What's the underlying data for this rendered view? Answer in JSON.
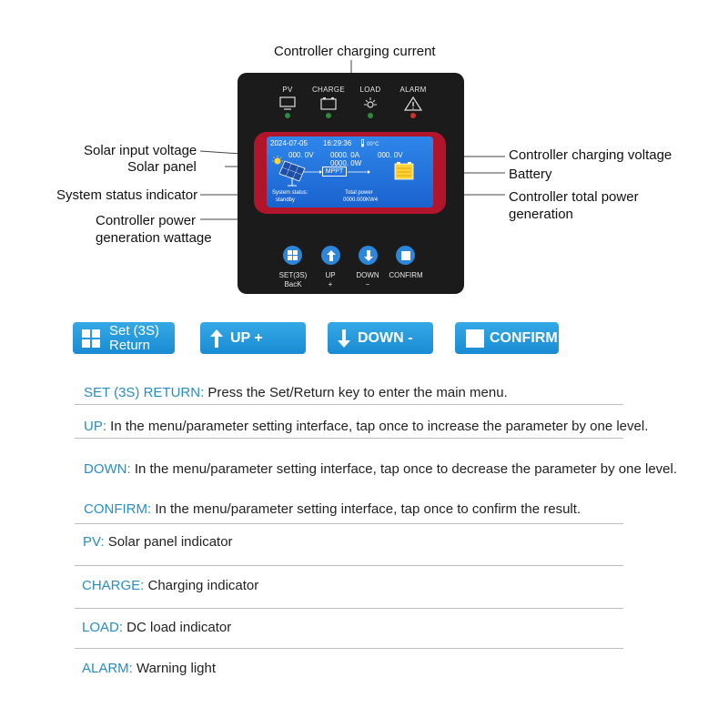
{
  "callouts": {
    "charging_current": "Controller charging current",
    "solar_input_voltage": "Solar input voltage",
    "solar_panel": "Solar panel",
    "system_status": "System status indicator",
    "power_wattage_1": "Controller power",
    "power_wattage_2": "generation wattage",
    "charging_voltage": "Controller charging voltage",
    "battery": "Battery",
    "total_power_1": "Controller total power",
    "total_power_2": "generation"
  },
  "panel": {
    "indicators": {
      "pv": "PV",
      "charge": "CHARGE",
      "load": "LOAD",
      "alarm": "ALARM"
    },
    "lcd": {
      "date": "2024-07-05",
      "time": "16:29:36",
      "temp": "00°C",
      "pv_voltage": "000. 0V",
      "current": "0000. 0A",
      "power": "0000. 0W",
      "battery_voltage": "000. 0V",
      "mode": "MPPT",
      "status_label": "System status:",
      "status_value": "standby",
      "total_label": "Total power",
      "total_value": "0000.000KW4"
    },
    "buttons": {
      "set": "SET(3S)",
      "set_sub": "BacK",
      "up": "UP",
      "up_sub": "+",
      "down": "DOWN",
      "down_sub": "−",
      "confirm": "CONFIRM"
    }
  },
  "big_buttons": {
    "set_line1": "Set (3S)",
    "set_line2": "Return",
    "up": "UP +",
    "down": "DOWN -",
    "confirm": "CONFIRM"
  },
  "descriptions": [
    {
      "key": "SET (3S) RETURN:",
      "text": " Press the Set/Return key to enter the main menu."
    },
    {
      "key": "UP:",
      "text": " In the menu/parameter setting interface, tap once to increase the parameter by one level."
    },
    {
      "key": "DOWN:",
      "text": " In the menu/parameter setting interface, tap once to decrease the parameter by one level."
    },
    {
      "key": "CONFIRM:",
      "text": " In the menu/parameter setting interface, tap once to confirm the result."
    },
    {
      "key": "PV:",
      "text": " Solar panel indicator"
    },
    {
      "key": "CHARGE:",
      "text": " Charging indicator"
    },
    {
      "key": "LOAD:",
      "text": " DC load indicator"
    },
    {
      "key": "ALARM:",
      "text": " Warning light"
    }
  ],
  "colors": {
    "accent_blue": "#2b8cbf",
    "button_blue": "#1a8bd3",
    "bezel_red": "#b1152b",
    "lcd_blue": "#1a63cf",
    "panel_black": "#1b1b1b"
  }
}
